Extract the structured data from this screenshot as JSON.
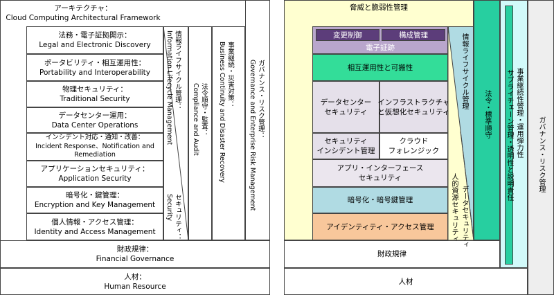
{
  "left": {
    "architecture": {
      "ja": "アーキテクチャ：",
      "en": "Cloud Computing Architectural Framework"
    },
    "items": [
      {
        "ja": "法務・電子証拠開示：",
        "en": "Legal and Electronic Discovery"
      },
      {
        "ja": "ポータビリティ・相互運用性：",
        "en": "Portability and Interoperability"
      },
      {
        "ja": "物理セキュリティ：",
        "en": "Traditional Security"
      },
      {
        "ja": "データセンター運用：",
        "en": "Data Center Operations"
      },
      {
        "ja": "インシデント対応・通知・改善：",
        "en": "Incident Response、Notification and",
        "en2": "Remediation"
      },
      {
        "ja": "アプリケーションセキュリティ：",
        "en": "Application Security"
      },
      {
        "ja": "暗号化・鍵管理：",
        "en": "Encryption and Key Management"
      },
      {
        "ja": "個人情報・アクセス管理：",
        "en": "Identity and Access Management"
      }
    ],
    "info_lifecycle": {
      "ja": "情報ライフサイクル管理：",
      "en": "Information Lifecycle Management"
    },
    "security": {
      "ja": "セキュリティ：",
      "en": "Security"
    },
    "compliance": {
      "ja": "法令順守・監査：",
      "en": "Compliance and Audit"
    },
    "bcdr": {
      "ja": "事業継続・災害対策：",
      "en": "Business Continuity and Disaster Recovery"
    },
    "governance": {
      "ja": "ガバナンス・リスク管理：",
      "en": "Governance and Enterprise Risk Management"
    },
    "financial": {
      "ja": "財政規律：",
      "en": "Financial Governance"
    },
    "human": {
      "ja": "人材：",
      "en": "Human Resource"
    }
  },
  "right": {
    "threat": "脅威と脆弱性管理",
    "change_control": "変更制御",
    "config_mgmt": "構成管理",
    "e_discovery": "電子証跡",
    "interop": "相互運用性と可搬性",
    "datacenter": "データセンター\nセキュリティ",
    "infra": "インフラストラクチャ\nと仮想化セキュリティ",
    "incident": "セキュリティ\nインシデント管理",
    "forensics": "クラウド\nフォレンジック",
    "app_if": "アプリ・インターフェース\nセキュリティ",
    "crypto": "暗号化・暗号鍵管理",
    "identity": "アイデンティティ・アクセス管理",
    "info_lifecycle": "情報ライフサイクル管理",
    "human_sec": "人的資源セキュリティ",
    "data_sec": "データセキュリティ",
    "compliance": "法令・標準順守",
    "supply_chain": "サプライチェーン管理・透明性と説明責任",
    "bc": "事業継続性管理・運用弾力性",
    "governance": "ガバナンス・リスク管理",
    "financial": "財政規律",
    "human": "人材"
  },
  "colors": {
    "cream": "#ffffd0",
    "purple_light": "#b9a6cc",
    "purple_dark": "#5c3d7a",
    "green": "#33dd99",
    "lavender": "#e5e0ea",
    "lavender2": "#ebe6ee",
    "light_blue": "#b0dbe3",
    "orange": "#f8c79b",
    "teal": "#27cfa0",
    "mint": "#d2fafa",
    "grey": "#eeeeee"
  }
}
